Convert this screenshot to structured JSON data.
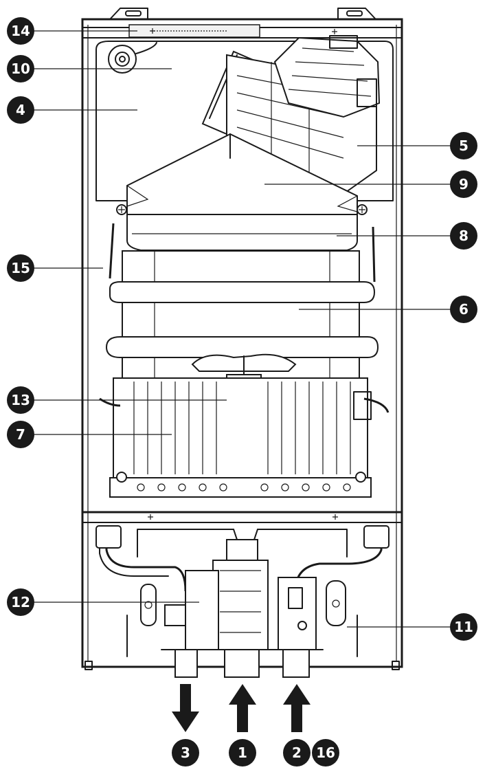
{
  "labels": [
    {
      "id": "callout-14",
      "text": "14"
    },
    {
      "id": "callout-10",
      "text": "10"
    },
    {
      "id": "callout-4",
      "text": "4"
    },
    {
      "id": "callout-5",
      "text": "5"
    },
    {
      "id": "callout-9",
      "text": "9"
    },
    {
      "id": "callout-8",
      "text": "8"
    },
    {
      "id": "callout-15",
      "text": "15"
    },
    {
      "id": "callout-6",
      "text": "6"
    },
    {
      "id": "callout-13",
      "text": "13"
    },
    {
      "id": "callout-7",
      "text": "7"
    },
    {
      "id": "callout-12",
      "text": "12"
    },
    {
      "id": "callout-11",
      "text": "11"
    },
    {
      "id": "callout-3",
      "text": "3"
    },
    {
      "id": "callout-1",
      "text": "1"
    },
    {
      "id": "callout-2",
      "text": "2"
    },
    {
      "id": "callout-16",
      "text": "16"
    }
  ],
  "flow_arrows": [
    {
      "id": "arrow-outlet-3",
      "direction": "down"
    },
    {
      "id": "arrow-inlet-1",
      "direction": "up"
    },
    {
      "id": "arrow-inlet-2",
      "direction": "up"
    }
  ],
  "colors": {
    "line": "#1a1a1a",
    "badge": "#1a1a1a",
    "badge_text": "#ffffff",
    "background": "#ffffff"
  }
}
